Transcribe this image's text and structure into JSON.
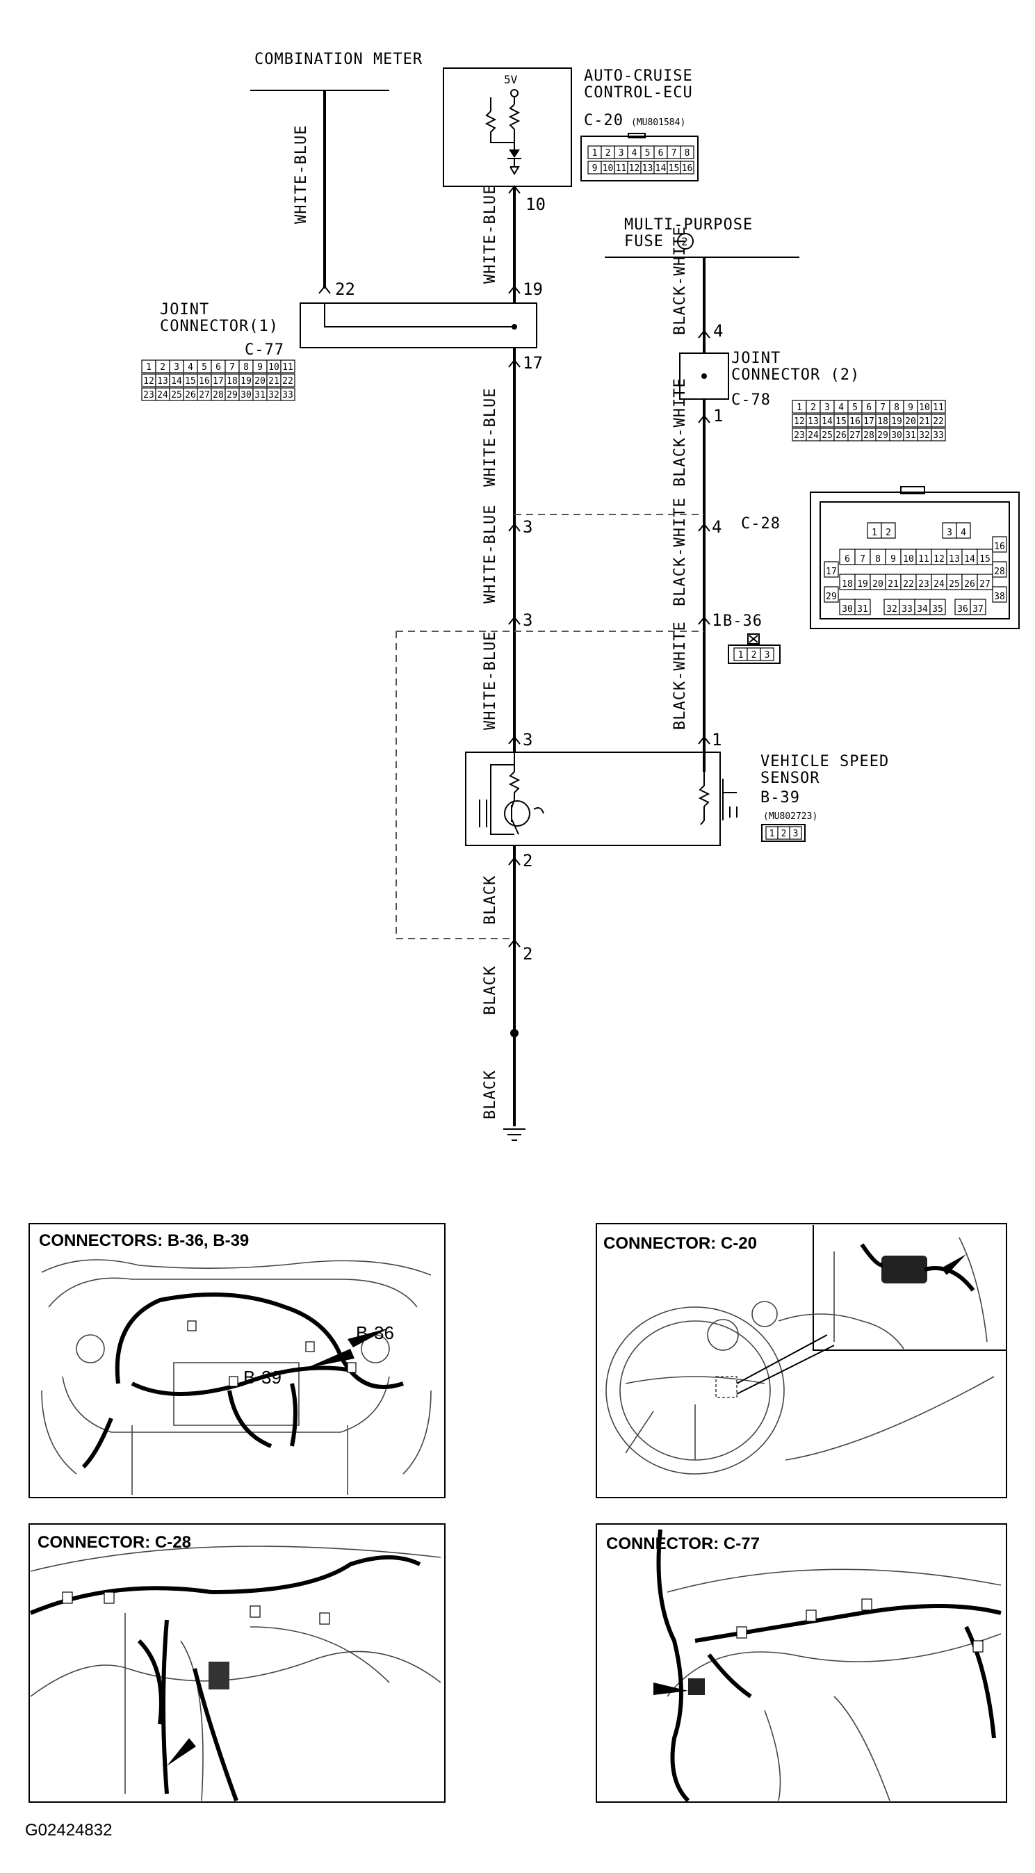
{
  "components": {
    "combination_meter": "COMBINATION METER",
    "auto_cruise": {
      "line1": "AUTO-CRUISE",
      "line2": "CONTROL-ECU",
      "code": "C-20",
      "part": "(MU801584)",
      "voltage": "5V"
    },
    "multi_purpose_fuse": {
      "line1": "MULTI-PURPOSE",
      "line2": "FUSE",
      "num": "2"
    },
    "joint_connector_1": {
      "line1": "JOINT",
      "line2": "CONNECTOR(1)",
      "code": "C-77"
    },
    "joint_connector_2": {
      "line1": "JOINT",
      "line2": "CONNECTOR (2)",
      "code": "C-78"
    },
    "c28": {
      "code": "C-28"
    },
    "b36": {
      "code": "B-36"
    },
    "vehicle_speed_sensor": {
      "line1": "VEHICLE SPEED",
      "line2": "SENSOR",
      "code": "B-39",
      "part": "(MU802723)"
    }
  },
  "wires": {
    "white_blue": "WHITE-BLUE",
    "black_white": "BLACK-WHITE",
    "black": "BLACK"
  },
  "pins": {
    "p10": "10",
    "p19": "19",
    "p22": "22",
    "p17": "17",
    "p3a": "3",
    "p3b": "3",
    "p3c": "3",
    "p4a": "4",
    "p1a": "1",
    "p4b": "4",
    "p1b": "1",
    "p1c": "1",
    "p2a": "2",
    "p2b": "2"
  },
  "connector_cells": {
    "c20_row1": [
      "1",
      "2",
      "3",
      "4",
      "5",
      "6",
      "7",
      "8"
    ],
    "c20_row2": [
      "9",
      "10",
      "11",
      "12",
      "13",
      "14",
      "15",
      "16"
    ],
    "c77_row1": [
      "1",
      "2",
      "3",
      "4",
      "5",
      "6",
      "7",
      "8",
      "9",
      "10",
      "11"
    ],
    "c77_row2": [
      "12",
      "13",
      "14",
      "15",
      "16",
      "17",
      "18",
      "19",
      "20",
      "21",
      "22"
    ],
    "c77_row3": [
      "23",
      "24",
      "25",
      "26",
      "27",
      "28",
      "29",
      "30",
      "31",
      "32",
      "33"
    ],
    "b36_cells": [
      "1",
      "2",
      "3"
    ],
    "b39_cells": [
      "1",
      "2",
      "3"
    ],
    "c28_row1": [
      "1",
      "2",
      "3",
      "4"
    ],
    "c28_row2": [
      "6",
      "7",
      "8",
      "9",
      "10",
      "11",
      "12",
      "13",
      "14",
      "15"
    ],
    "c28_row3": [
      "18",
      "19",
      "20",
      "21",
      "22",
      "23",
      "24",
      "25",
      "26",
      "27"
    ],
    "c28_row4": [
      "30",
      "31",
      "32",
      "33",
      "34",
      "35",
      "36",
      "37"
    ],
    "c28_side_left": [
      "17",
      "29"
    ],
    "c28_side_right": [
      "16",
      "28",
      "38"
    ]
  },
  "panels": {
    "b36_b39": {
      "title": "CONNECTORS: B-36, B-39",
      "callout1": "B-36",
      "callout2": "B-39"
    },
    "c20": {
      "title": "CONNECTOR: C-20"
    },
    "c28": {
      "title": "CONNECTOR: C-28"
    },
    "c77": {
      "title": "CONNECTOR: C-77"
    }
  },
  "figure_id": "G02424832"
}
